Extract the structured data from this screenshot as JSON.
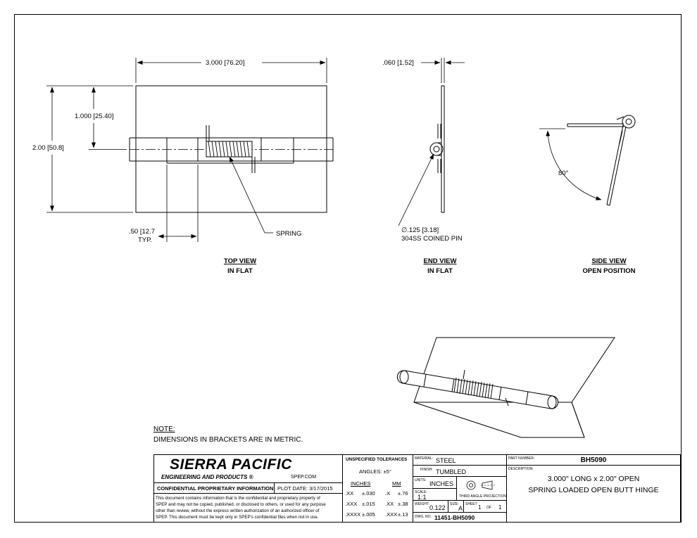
{
  "top_view": {
    "dim_length": "3.000 [76.20]",
    "dim_half_width": "1.000 [25.40]",
    "dim_width": "2.00 [50.8]",
    "dim_knuckle": ".50 [12.7",
    "dim_knuckle_suffix": "TYP.",
    "spring_callout": "SPRING",
    "title": "TOP VIEW",
    "subtitle": "IN FLAT"
  },
  "end_view": {
    "dim_thickness": ".060 [1.52]",
    "pin_dia": "∅.125 [3.18]",
    "pin_note": "304SS COINED PIN",
    "title": "END VIEW",
    "subtitle": "IN FLAT"
  },
  "side_view": {
    "angle": "80°",
    "title": "SIDE VIEW",
    "subtitle": "OPEN POSITION"
  },
  "note": {
    "heading": "NOTE:",
    "text": "DIMENSIONS IN BRACKETS ARE IN METRIC."
  },
  "title_block": {
    "company": "SIERRA PACIFIC",
    "company_sub": "ENGINEERING AND PRODUCTS",
    "registered": "®",
    "website": "SPEP.COM",
    "confidential": "CONFIDENTIAL PROPRIETARY INFORMATION",
    "plot_date_label": "PLOT DATE:",
    "plot_date": "3/17/2015",
    "disclaimer": [
      "This document contains information that is the confidential and proprietary property of",
      "SPEP and may not be copied, published, or disclosed to others, or used for any purpose",
      "other than review, without the express written authorization of an authorized officer of",
      "SPEP. This document must be kept only in SPEP's confidential files when not in use."
    ],
    "tolerances_heading": "UNSPECIFIED TOLERANCES",
    "angles": "ANGLES: ±5°",
    "inches_head": "INCHES",
    "mm_head": "MM",
    "tol_rows": [
      {
        "in_fmt": ".XX",
        "in_tol": "±.030",
        "mm_fmt": ".X",
        "mm_tol": "±.76"
      },
      {
        "in_fmt": ".XXX",
        "in_tol": "±.015",
        "mm_fmt": ".XX",
        "mm_tol": "±.38"
      },
      {
        "in_fmt": ".XXXX",
        "in_tol": "±.005",
        "mm_fmt": ".XXX",
        "mm_tol": "±.13"
      }
    ],
    "material_label": "MATERIAL:",
    "material": "STEEL",
    "finish_label": "FINISH:",
    "finish": "TUMBLED",
    "units_label": "UNITS:",
    "units": "INCHES",
    "projection": "THIRD ANGLE PROJECTION",
    "scale_label": "SCALE:",
    "scale": "1:1",
    "weight_label": "WEIGHT:",
    "weight": "0.122",
    "size_label": "SIZE:",
    "size": "A",
    "sheet_label": "SHEET",
    "sheet": "1",
    "of_label": "OF",
    "sheet_total": "1",
    "dwg_label": "DWG. NO.",
    "dwg_no": "11451-BH5090",
    "part_label": "PART NUMBER:",
    "part_no": "BH5090",
    "desc_label": "DESCRIPTION:",
    "desc_line1": "3.000\" LONG x 2.00\" OPEN",
    "desc_line2": "SPRING LOADED OPEN BUTT HINGE"
  }
}
